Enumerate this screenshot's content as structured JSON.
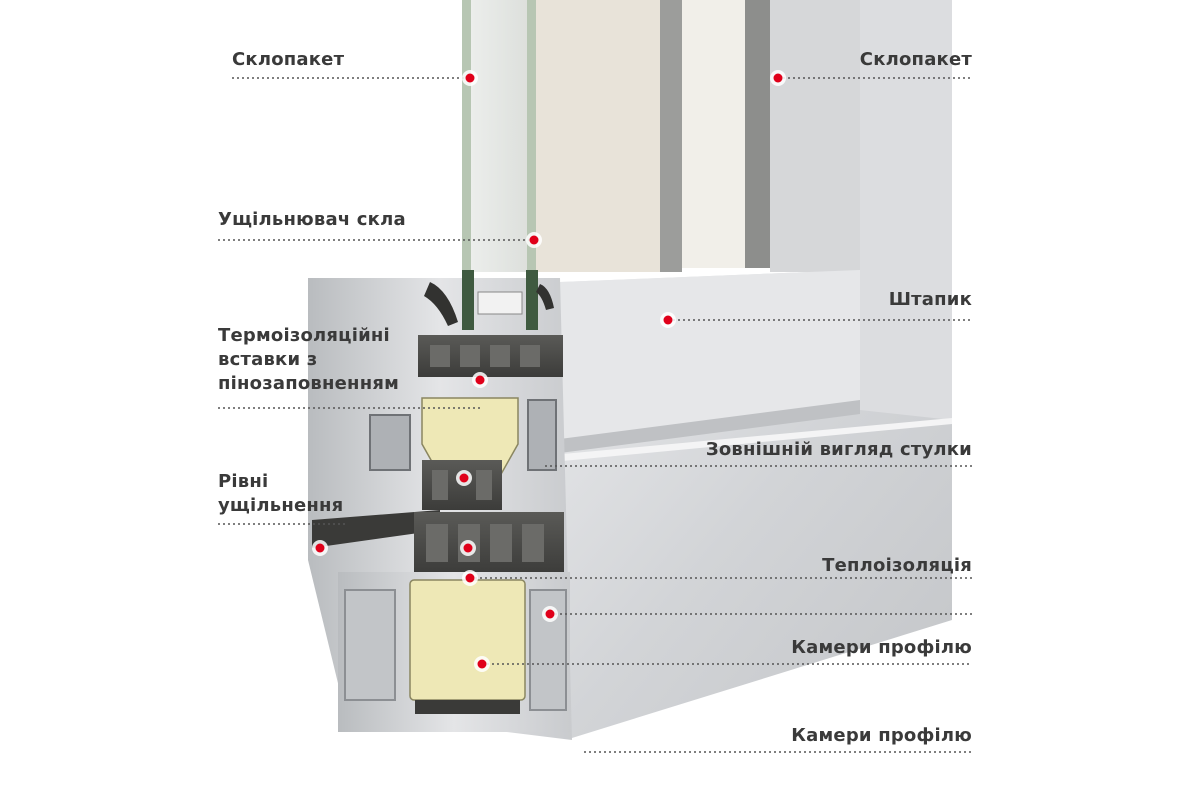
{
  "labels": [
    {
      "id": "glass-unit-left",
      "lines": [
        "Склопакет"
      ]
    },
    {
      "id": "glass-unit-right",
      "lines": [
        "Склопакет"
      ]
    },
    {
      "id": "glass-seal",
      "lines": [
        "Ущільнювач скла"
      ]
    },
    {
      "id": "glazing-bead",
      "lines": [
        "Штапик"
      ]
    },
    {
      "id": "thermal-inserts",
      "lines": [
        "Термоізоляційні",
        "вставки з",
        "пінозаповненням"
      ]
    },
    {
      "id": "sash-exterior",
      "lines": [
        "Зовнішній вигляд стулки"
      ]
    },
    {
      "id": "seal-levels",
      "lines": [
        "Рівні",
        "ущільнення"
      ]
    },
    {
      "id": "thermal-insulation",
      "lines": [
        "Теплоізоляція"
      ]
    },
    {
      "id": "profile-chambers-1",
      "lines": [
        "Камери профілю"
      ]
    },
    {
      "id": "profile-chambers-2",
      "lines": [
        "Камери профілю"
      ]
    }
  ],
  "colors": {
    "marker": "#e0001a",
    "leader": "#555555",
    "text": "#3a3a3a",
    "aluminium": "#d9dadc",
    "glass": "#b7c6b3",
    "insulation_foam": "#eee8b6",
    "polyamide": "#4a4a48"
  }
}
